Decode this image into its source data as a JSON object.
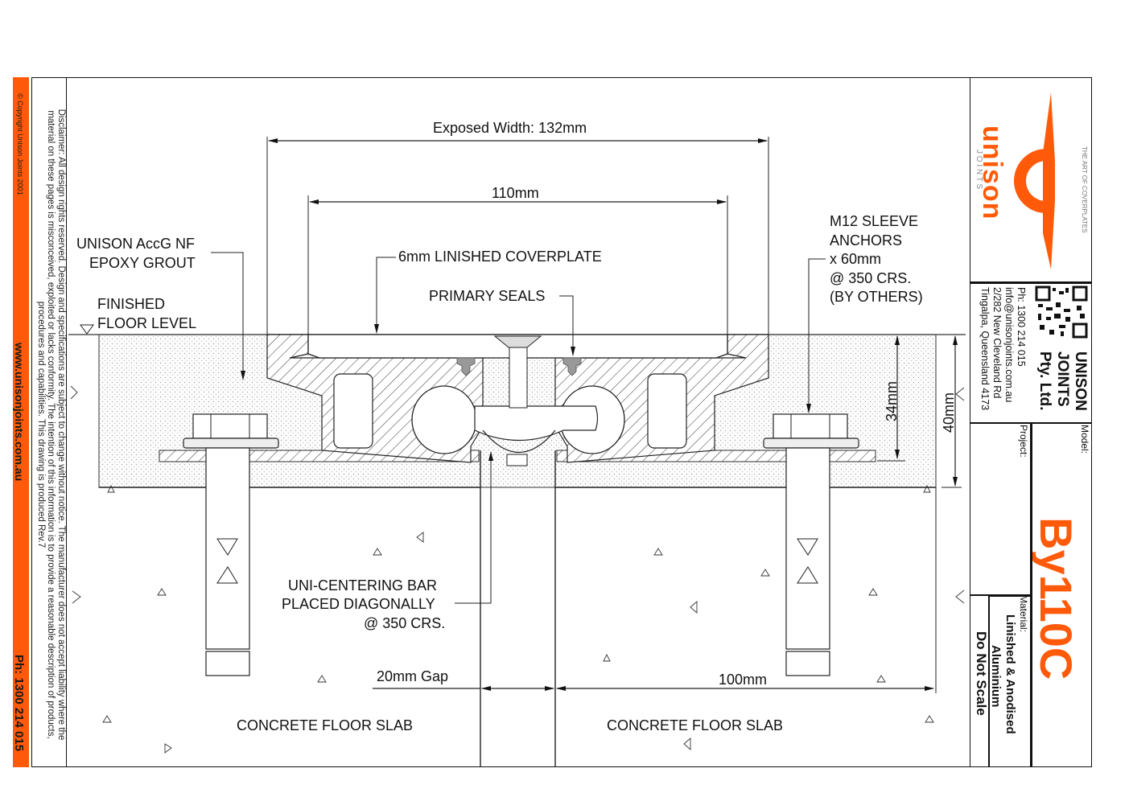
{
  "sidebar": {
    "copyright": "© Copyright Unison Joints 2001",
    "website": "www.unisonjoints.com.au",
    "phone": "Ph: 1300 214 015",
    "accent_color": "#ff5a0a",
    "disclaimer": "Disclaimer: All design rights reserved. Design and specifications are subject to change without notice. The manufacturer does not accept liability where the material on these pages is misconceived, exploited or lacks conformity. The intention of this information is to provide a reasonable description of products, procedures and capabilities. This drawing is produced Rev.7"
  },
  "drawing": {
    "dimensions": {
      "exposed_width": "Exposed Width: 132mm",
      "coverplate_width": "110mm",
      "depth_34": "34mm",
      "depth_40": "40mm",
      "gap": "20mm Gap",
      "slab_distance": "100mm"
    },
    "labels": {
      "grout_line1": "UNISON AccG NF",
      "grout_line2": "EPOXY GROUT",
      "ffl_line1": "FINISHED",
      "ffl_line2": "FLOOR LEVEL",
      "coverplate": "6mm LINISHED COVERPLATE",
      "seals": "PRIMARY SEALS",
      "anchors_line1": "M12 SLEEVE",
      "anchors_line2": "ANCHORS",
      "anchors_line3": "x 60mm",
      "anchors_line4": "@ 350 CRS.",
      "anchors_line5": "(BY OTHERS)",
      "bar_line1": "UNI-CENTERING BAR",
      "bar_line2": "PLACED DIAGONALLY",
      "bar_line3": "@ 350 CRS.",
      "slab_left": "CONCRETE FLOOR SLAB",
      "slab_right": "CONCRETE FLOOR SLAB"
    }
  },
  "title_block": {
    "logo": {
      "brand": "unison",
      "sub": "J O I N T S",
      "tagline": "THE ART OF COVERPLATES"
    },
    "company_line1": "UNISON",
    "company_line2": "JOINTS",
    "company_line3": "Pty. Ltd.",
    "contact_phone": "Ph: 1300 214 015",
    "contact_email": "info@unisonjoints.com.au",
    "address_line1": "2/282 New Cleveland Rd",
    "address_line2": "Tingalpa, Queensland 4173",
    "model_label": "Model:",
    "model_value": "By110C",
    "project_label": "Project:",
    "project_value": "",
    "material_label": "Material:",
    "material_line1": "Linished & Anodised",
    "material_line2": "Aluminium",
    "scale_note": "Do Not Scale",
    "brand_color": "#ff5a0a"
  }
}
